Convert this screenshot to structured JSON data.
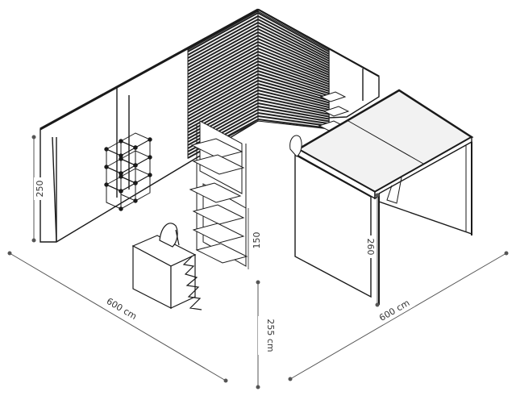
{
  "dimensions": {
    "left_wall_height": "250",
    "left_depth": "600 cm",
    "right_width": "600 cm",
    "front_height": "255 cm",
    "shelf_height": "150",
    "cabin_height": "260"
  },
  "colors": {
    "line": "#1a1a1a",
    "dim_line": "#555555",
    "slat_dark": "#222222",
    "panel": "#ffffff",
    "roof": "#f2f2f2"
  }
}
